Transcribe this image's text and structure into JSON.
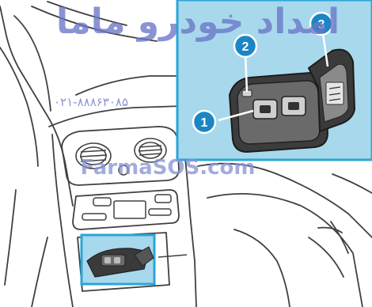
{
  "watermark": {
    "persian_title": "امداد خودرو ماما",
    "phone": "۰۲۱-۸۸۸۶۳۰۸۵",
    "site": "FarmaSOS.com"
  },
  "callouts": [
    {
      "label": "1",
      "target": "socket-insert"
    },
    {
      "label": "2",
      "target": "lock-tab"
    },
    {
      "label": "3",
      "target": "cover-lid"
    }
  ],
  "colors": {
    "highlight": "#2aa6d6",
    "inset_fill": "#a8d8ec",
    "callout_fill": "#1b86c3",
    "watermark": "#6a76c8",
    "line": "#404040"
  }
}
